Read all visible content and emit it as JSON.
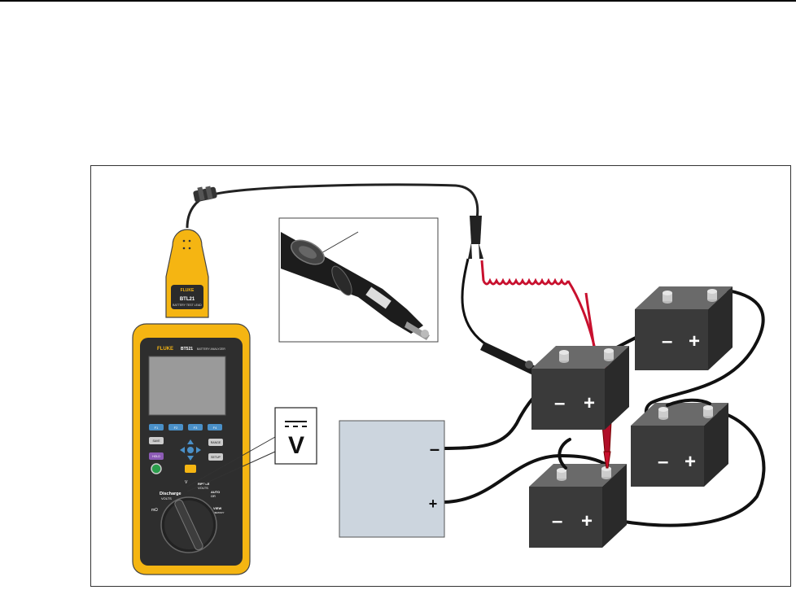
{
  "meter": {
    "brand": "FLUKE",
    "model": "BT521",
    "product_line": "BATTERY ANALYZER",
    "probe_model": "BTL21",
    "probe_line": "BATTERY TEST LEAD",
    "keys": {
      "f1": "F1",
      "f2": "F2",
      "f3": "F3",
      "f4": "F4",
      "save": "SAVE",
      "range": "RANGE",
      "hold": "HOLD",
      "setup": "SETUP"
    },
    "dial": {
      "discharge": "Discharge",
      "discharge_sub": "VOLTS",
      "ripple": "RIPPLE",
      "ripple_sub": "VOLTS",
      "auto": "AUTO",
      "auto_sub": "ΩR",
      "view": "VIEW",
      "view_sub": "MEMORY",
      "mohm": "mΩ",
      "v_symbol": "V"
    }
  },
  "callout": {
    "dc_symbol": "V"
  },
  "supply": {
    "minus_label": "–",
    "plus_label": "+"
  },
  "batteries": {
    "minus_sign": "–",
    "plus_sign": "+"
  },
  "colors": {
    "meter_yellow": "#f5b512",
    "battery_dark": "#3a3a3a",
    "red_lead": "#c8102e",
    "supply_fill": "#ccd5de"
  }
}
